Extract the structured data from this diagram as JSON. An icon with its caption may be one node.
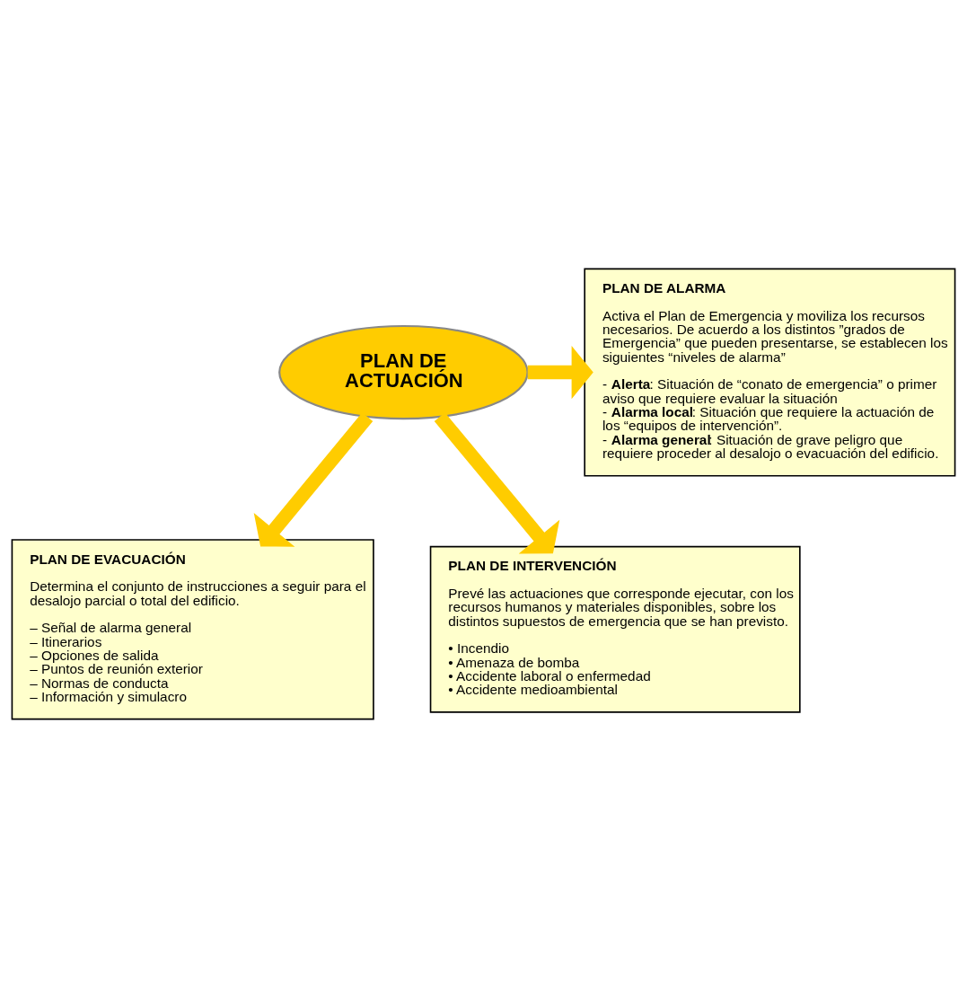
{
  "diagram": {
    "nodes": [
      {
        "text": [
          "PLAN DE ACTUACIÓN"
        ]
      },
      {
        "text": [
          "PLAN DE ALARMA",
          "Activa el Plan de Emergencia y moviliza los recursos necesarios. De acuerdo a los distintos ”grados de Emergencia” que pueden presentarse, se establecen los siguientes “niveles de alarma”",
          "- **Alerta**: Situación de “conato de emergencia” o primer aviso que requiere evaluar la situación",
          "- **Alarma local**: Situación que requiere la actuación de los “equipos de intervención”.",
          "- **Alarma general**: Situación de grave peligro que requiere proceder al desalojo o evacuación del edificio."
        ]
      },
      {
        "text": [
          "PLAN DE EVACUACIÓN",
          "Determina el conjunto de instrucciones a seguir para el desalojo parcial o total del edificio.",
          "– Señal de alarma general",
          "– Itinerarios",
          "– Opciones de salida",
          "– Puntos de reunión exterior",
          "– Normas de conducta",
          "– Información y simulacro"
        ]
      },
      {
        "text": [
          "PLAN DE INTERVENCIÓN",
          "Prevé las actuaciones que corresponde ejecutar, con los recursos humanos y materiales disponibles, sobre los distintos supuestos de emergencia que se han previsto.",
          "• Incendio",
          "• Amenaza de bomba",
          "• Accidente laboral o enfermedad",
          "• Accidente medioambiental"
        ]
      }
    ],
    "edges": [
      {
        "from": 0,
        "to": 1,
        "arrow": "to"
      },
      {
        "from": 0,
        "to": 3,
        "arrow": "to"
      },
      {
        "from": 0,
        "to": 2,
        "arrow": "to"
      }
    ]
  }
}
